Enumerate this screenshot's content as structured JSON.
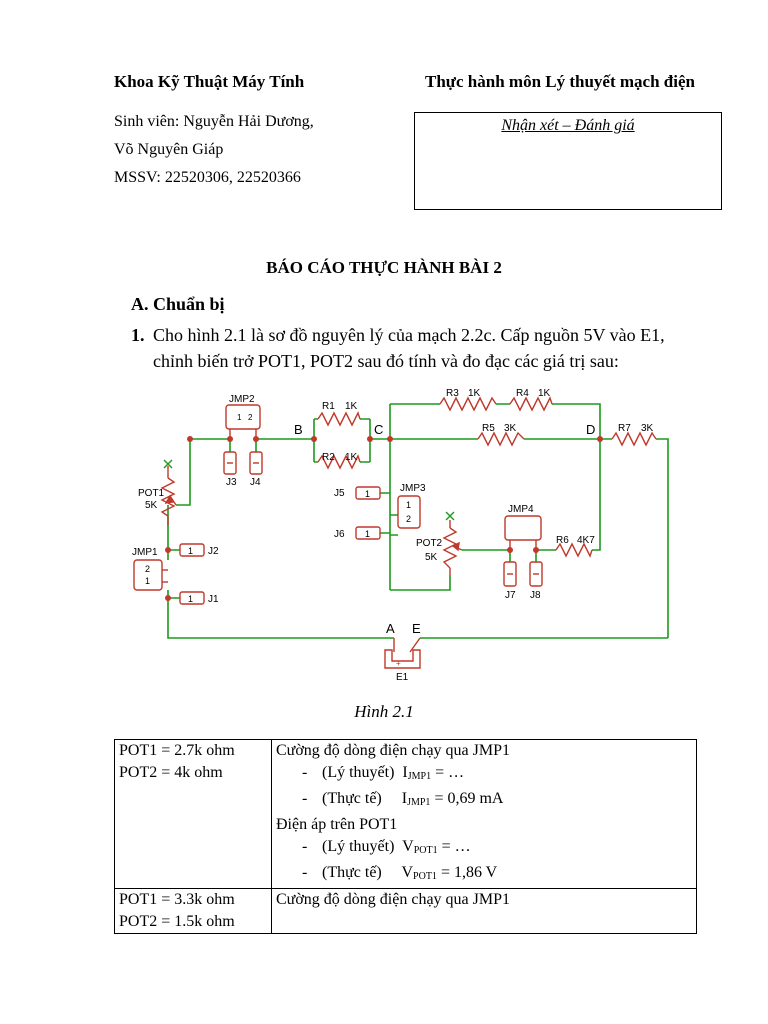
{
  "header": {
    "left": "Khoa Kỹ Thuật Máy Tính",
    "right": "Thực hành môn Lý thuyết mạch điện"
  },
  "students": {
    "line1": "Sinh viên: Nguyễn Hải Dương,",
    "line2": "Võ Nguyên Giáp",
    "line3": "MSSV: 22520306, 22520366"
  },
  "comment_box": {
    "label": "Nhận xét – Đánh giá"
  },
  "report_title": "BÁO CÁO THỰC HÀNH BÀI 2",
  "section_a": "A. Chuẩn bị",
  "item1": {
    "number": "1.",
    "line1": "Cho hình 2.1 là sơ đồ nguyên lý của mạch 2.2c. Cấp nguồn 5V vào E1,",
    "line2": "chỉnh biến trở POT1, POT2 sau đó tính và đo đạc các giá trị sau:"
  },
  "circuit": {
    "nodes": {
      "b": "B",
      "c": "C",
      "d": "D",
      "a": "A",
      "e": "E"
    },
    "r1": "R1",
    "r1_val": "1K",
    "r2": "R2",
    "r2_val": "1K",
    "r3": "R3",
    "r3_val": "1K",
    "r4": "R4",
    "r4_val": "1K",
    "r5": "R5",
    "r5_val": "3K",
    "r6": "R6",
    "r6_val": "4K7",
    "r7": "R7",
    "r7_val": "3K",
    "pot1": "POT1",
    "pot1_val": "5K",
    "pot2": "POT2",
    "pot2_val": "5K",
    "jmp1": "JMP1",
    "jmp2": "JMP2",
    "jmp3": "JMP3",
    "jmp4": "JMP4",
    "j1": "J1",
    "j2": "J2",
    "j3": "J3",
    "j4": "J4",
    "j5": "J5",
    "j6": "J6",
    "j7": "J7",
    "j8": "J8",
    "e1": "E1",
    "pin1": "1",
    "pin2": "2"
  },
  "figure_caption": "Hình 2.1",
  "table": {
    "row1": {
      "pot1": "POT1 = 2.7k ohm",
      "pot2": "POT2 = 4k ohm",
      "current_title": "Cường độ dòng điện chạy qua JMP1",
      "dash": "-",
      "theory": "(Lý thuyết)",
      "practice": "(Thực tế)",
      "i_symbol": "I",
      "i_sub": "JMP1",
      "i_theory_val": " = …",
      "i_practice_val": " = 0,69 mA",
      "voltage_title": "Điện áp trên POT1",
      "v_symbol": "V",
      "v_sub": "POT1",
      "v_theory_val": " = …",
      "v_practice_val": " = 1,86 V"
    },
    "row2": {
      "pot1": "POT1 = 3.3k ohm",
      "pot2": "POT2 = 1.5k ohm",
      "current_title": "Cường độ dòng điện chạy qua JMP1"
    }
  }
}
